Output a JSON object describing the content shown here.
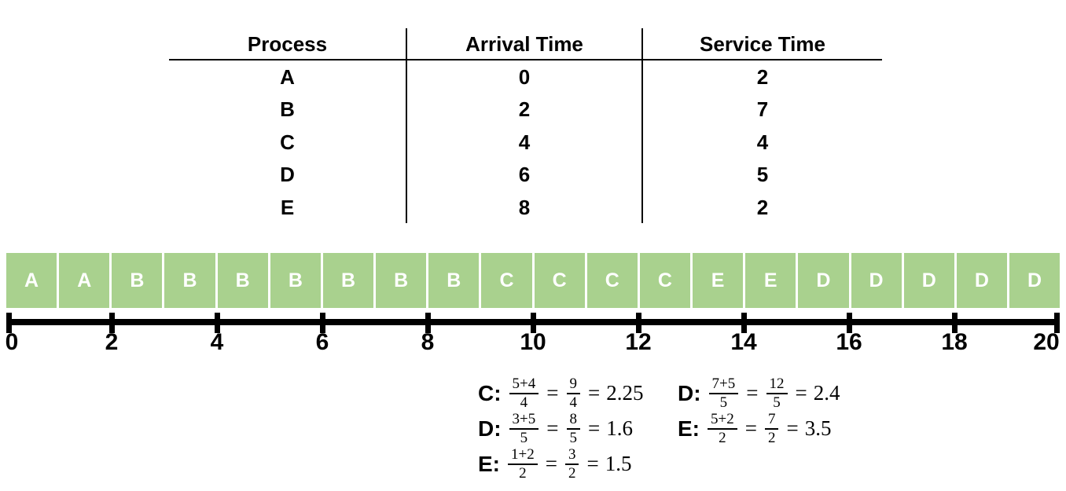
{
  "colors": {
    "block_green": "#a9d18e",
    "block_text": "#ffffff",
    "ink": "#000000",
    "background": "#ffffff"
  },
  "table": {
    "headers": [
      "Process",
      "Arrival Time",
      "Service Time"
    ],
    "rows": [
      {
        "process": "A",
        "arrival": "0",
        "service": "2"
      },
      {
        "process": "B",
        "arrival": "2",
        "service": "7"
      },
      {
        "process": "C",
        "arrival": "4",
        "service": "4"
      },
      {
        "process": "D",
        "arrival": "6",
        "service": "5"
      },
      {
        "process": "E",
        "arrival": "8",
        "service": "2"
      }
    ]
  },
  "gantt": {
    "cells": [
      "A",
      "A",
      "B",
      "B",
      "B",
      "B",
      "B",
      "B",
      "B",
      "C",
      "C",
      "C",
      "C",
      "E",
      "E",
      "D",
      "D",
      "D",
      "D",
      "D"
    ]
  },
  "axis": {
    "min": 0,
    "max": 20,
    "tick_step": 2,
    "tick_labels": [
      "0",
      "2",
      "4",
      "6",
      "8",
      "10",
      "12",
      "14",
      "16",
      "18",
      "20"
    ]
  },
  "formulas": {
    "equals": "=",
    "left": [
      {
        "label": "C:",
        "frac1_num": "5+4",
        "frac1_den": "4",
        "frac2_num": "9",
        "frac2_den": "4",
        "result": "2.25"
      },
      {
        "label": "D:",
        "frac1_num": "3+5",
        "frac1_den": "5",
        "frac2_num": "8",
        "frac2_den": "5",
        "result": "1.6"
      },
      {
        "label": "E:",
        "frac1_num": "1+2",
        "frac1_den": "2",
        "frac2_num": "3",
        "frac2_den": "2",
        "result": "1.5"
      }
    ],
    "right": [
      {
        "label": "D:",
        "frac1_num": "7+5",
        "frac1_den": "5",
        "frac2_num": "12",
        "frac2_den": "5",
        "result": "2.4"
      },
      {
        "label": "E:",
        "frac1_num": "5+2",
        "frac1_den": "2",
        "frac2_num": "7",
        "frac2_den": "2",
        "result": "3.5"
      }
    ]
  },
  "chart_data": {
    "type": "gantt",
    "title": "",
    "xlabel": "",
    "x_axis": {
      "min": 0,
      "max": 20,
      "tick_step": 2
    },
    "segments": [
      {
        "process": "A",
        "start": 0,
        "end": 2
      },
      {
        "process": "B",
        "start": 2,
        "end": 9
      },
      {
        "process": "C",
        "start": 9,
        "end": 13
      },
      {
        "process": "E",
        "start": 13,
        "end": 15
      },
      {
        "process": "D",
        "start": 15,
        "end": 20
      }
    ]
  }
}
